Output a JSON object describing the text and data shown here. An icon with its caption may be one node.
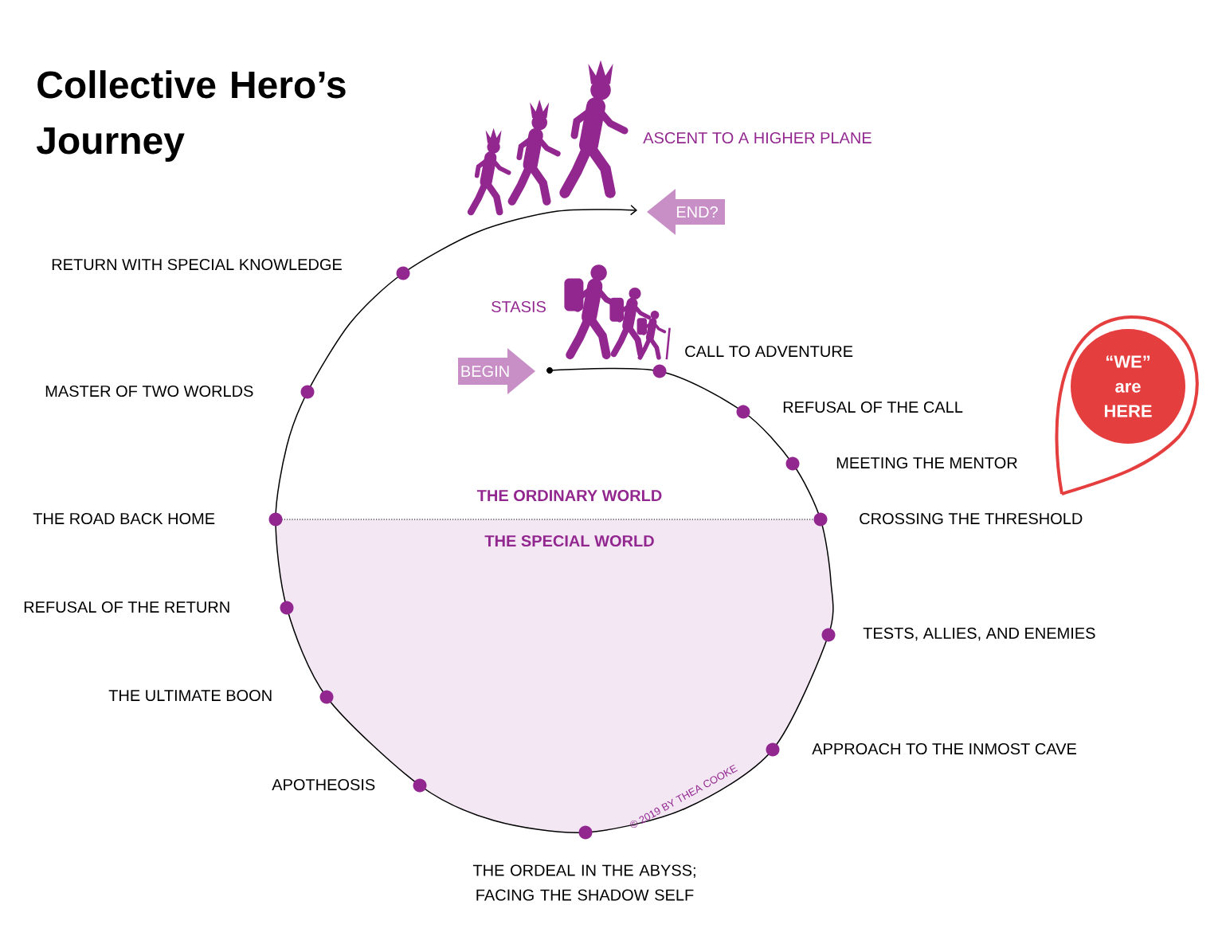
{
  "diagram": {
    "title": "Collective Hero’s Journey",
    "nodes": [
      {
        "text": [
          "BEGIN"
        ]
      },
      {
        "text": [
          "END?"
        ]
      },
      {
        "text": [
          "“WE” are HERE"
        ]
      }
    ],
    "labels": [
      "ASCENT TO A HIGHER PLANE",
      "RETURN WITH SPECIAL KNOWLEDGE",
      "STASIS",
      "CALL TO ADVENTURE",
      "MASTER OF TWO WORLDS",
      "REFUSAL OF THE CALL",
      "MEETING THE MENTOR",
      "THE ORDINARY WORLD",
      "THE ROAD BACK HOME",
      "CROSSING THE THRESHOLD",
      "THE SPECIAL WORLD",
      "REFUSAL OF THE RETURN",
      "TESTS, ALLIES, AND ENEMIES",
      "THE ULTIMATE BOON",
      "APPROACH TO THE INMOST CAVE",
      "APOTHEOSIS",
      "© 2019 BY THEA COOKE",
      "THE ORDEAL IN THE ABYSS; FACING THE SHADOW SELF"
    ]
  }
}
